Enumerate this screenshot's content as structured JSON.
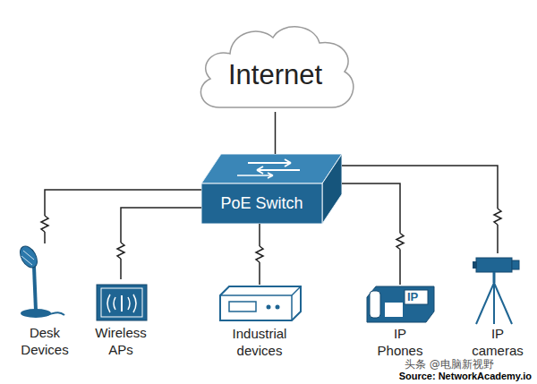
{
  "diagram": {
    "nodes": [
      {
        "text": [
          "Internet"
        ]
      },
      {
        "text": [
          "PoE Switch"
        ]
      },
      {
        "text": [
          "Desk Devices"
        ]
      },
      {
        "text": [
          "Wireless APs"
        ]
      },
      {
        "text": [
          "Industrial devices"
        ]
      },
      {
        "text": [
          "IP Phones"
        ]
      },
      {
        "text": [
          "IP cameras"
        ]
      }
    ],
    "edges": [
      {
        "from": 0,
        "to": 1,
        "arrow": "none"
      },
      {
        "from": 1,
        "to": 2,
        "arrow": "none"
      },
      {
        "from": 1,
        "to": 3,
        "arrow": "none"
      },
      {
        "from": 1,
        "to": 4,
        "arrow": "none"
      },
      {
        "from": 1,
        "to": 5,
        "arrow": "none"
      },
      {
        "from": 1,
        "to": 6,
        "arrow": "none"
      }
    ],
    "labels": [
      "IP",
      "头条 @电脑新视野",
      "Source: NetworkAcademy.io"
    ]
  }
}
